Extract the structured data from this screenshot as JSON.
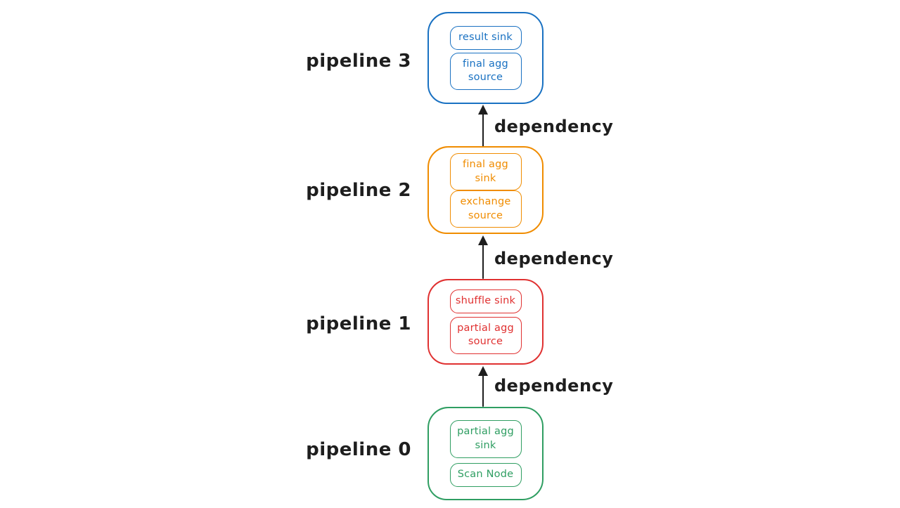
{
  "diagram": {
    "background": "#ffffff",
    "arrow_color": "#1e1e1e",
    "label_color": "#1e1e1e"
  },
  "pipelines": [
    {
      "id": "pipeline-3",
      "label": "pipeline 3",
      "color": "#1971c2",
      "nodes": [
        "result sink",
        "final agg source"
      ]
    },
    {
      "id": "pipeline-2",
      "label": "pipeline 2",
      "color": "#f08c00",
      "nodes": [
        "final agg sink",
        "exchange source"
      ]
    },
    {
      "id": "pipeline-1",
      "label": "pipeline 1",
      "color": "#e03131",
      "nodes": [
        "shuffle sink",
        "partial agg source"
      ]
    },
    {
      "id": "pipeline-0",
      "label": "pipeline 0",
      "color": "#2f9e62",
      "nodes": [
        "partial agg sink",
        "Scan Node"
      ]
    }
  ],
  "dependencies": [
    {
      "label": "dependency"
    },
    {
      "label": "dependency"
    },
    {
      "label": "dependency"
    }
  ]
}
